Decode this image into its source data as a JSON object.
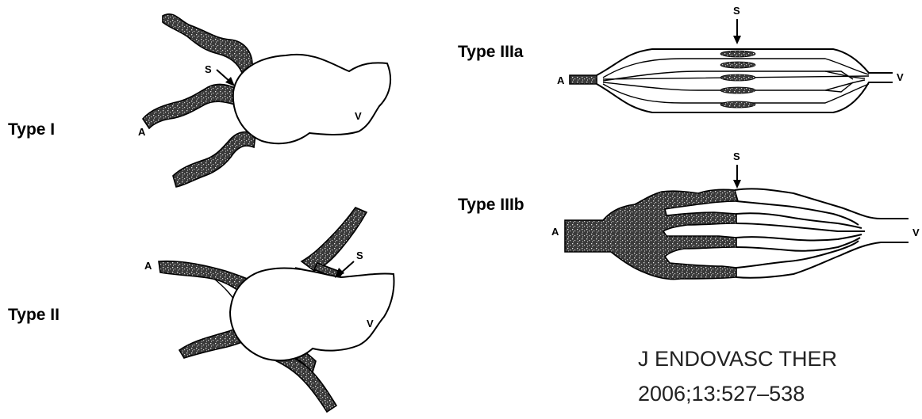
{
  "labels": {
    "type1": "Type I",
    "type2": "Type II",
    "type3a": "Type IIIa",
    "type3b": "Type IIIb"
  },
  "markers": {
    "artery": "A",
    "vein": "V",
    "shunt": "S"
  },
  "citation": {
    "line1": "J ENDOVASC THER",
    "line2": "2006;13:527–538"
  }
}
